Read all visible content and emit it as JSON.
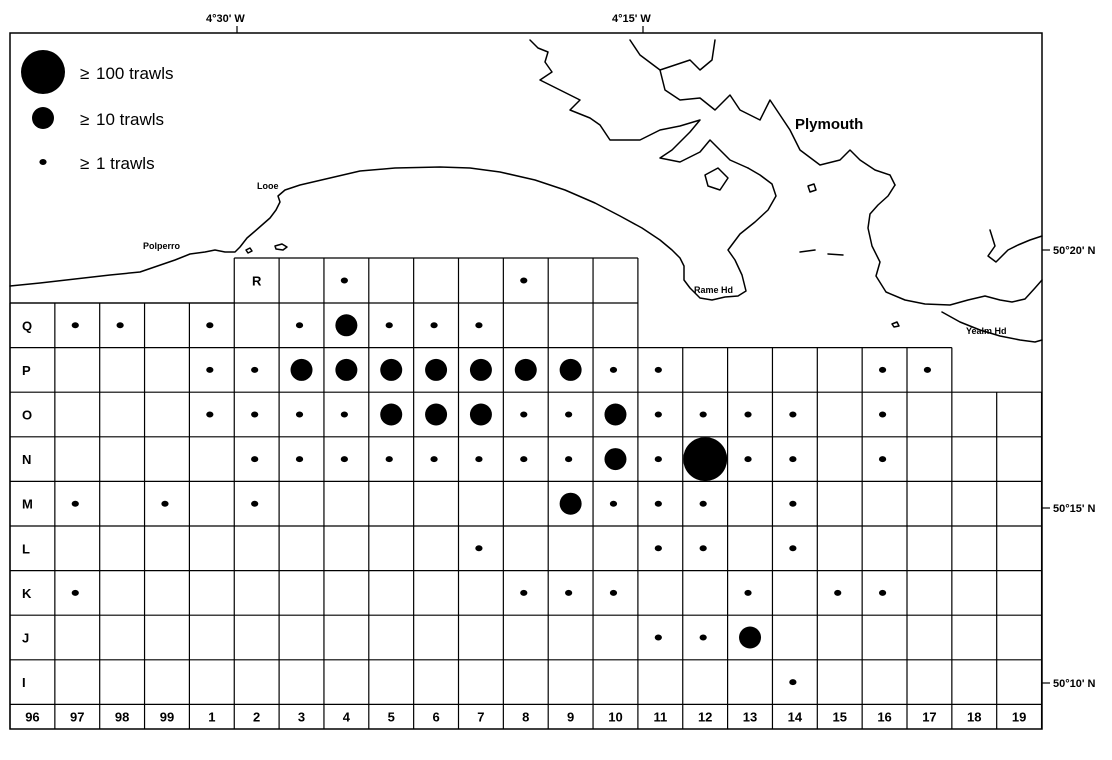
{
  "map": {
    "longitude_labels": [
      "4°30' W",
      "4°15' W"
    ],
    "latitude_labels": [
      "50°20' N",
      "50°15' N",
      "50°10' N"
    ],
    "places": {
      "plymouth": "Plymouth",
      "looe": "Looe",
      "polperro": "Polperro",
      "rame": "Rame Hd",
      "yealm": "Yealm Hd"
    },
    "legend": [
      {
        "symbol": "≥",
        "text": "100 trawls",
        "category": "large"
      },
      {
        "symbol": "≥",
        "text": "10 trawls",
        "category": "medium"
      },
      {
        "symbol": "≥",
        "text": "1 trawls",
        "category": "small"
      }
    ],
    "columns": [
      "96",
      "97",
      "98",
      "99",
      "1",
      "2",
      "3",
      "4",
      "5",
      "6",
      "7",
      "8",
      "9",
      "10",
      "11",
      "12",
      "13",
      "14",
      "15",
      "16",
      "17",
      "18",
      "19"
    ],
    "rows": [
      "Q",
      "P",
      "O",
      "N",
      "M",
      "L",
      "K",
      "J",
      "I"
    ],
    "row_r_label": "R",
    "trawls": {
      "R": {
        "4": "small",
        "8": "small"
      },
      "Q": {
        "97": "small",
        "98": "small",
        "1": "small",
        "3": "small",
        "4": "medium",
        "5": "small",
        "6": "small",
        "7": "small"
      },
      "P": {
        "1": "small",
        "2": "small",
        "3": "medium",
        "4": "medium",
        "5": "medium",
        "6": "medium",
        "7": "medium",
        "8": "medium",
        "9": "medium",
        "10": "small",
        "11": "small",
        "16": "small",
        "17": "small"
      },
      "O": {
        "1": "small",
        "2": "small",
        "3": "small",
        "4": "small",
        "5": "medium",
        "6": "medium",
        "7": "medium",
        "8": "small",
        "9": "small",
        "10": "medium",
        "11": "small",
        "12": "small",
        "13": "small",
        "14": "small",
        "16": "small"
      },
      "N": {
        "2": "small",
        "3": "small",
        "4": "small",
        "5": "small",
        "6": "small",
        "7": "small",
        "8": "small",
        "9": "small",
        "10": "medium",
        "11": "small",
        "12": "large",
        "13": "small",
        "14": "small",
        "16": "small"
      },
      "M": {
        "97": "small",
        "99": "small",
        "2": "small",
        "9": "medium",
        "10": "small",
        "11": "small",
        "12": "small",
        "14": "small"
      },
      "L": {
        "7": "small",
        "11": "small",
        "12": "small",
        "14": "small"
      },
      "K": {
        "97": "small",
        "8": "small",
        "9": "small",
        "10": "small",
        "13": "small",
        "15": "small",
        "16": "small"
      },
      "J": {
        "11": "small",
        "12": "small",
        "13": "medium"
      },
      "I": {
        "14": "small"
      }
    }
  }
}
